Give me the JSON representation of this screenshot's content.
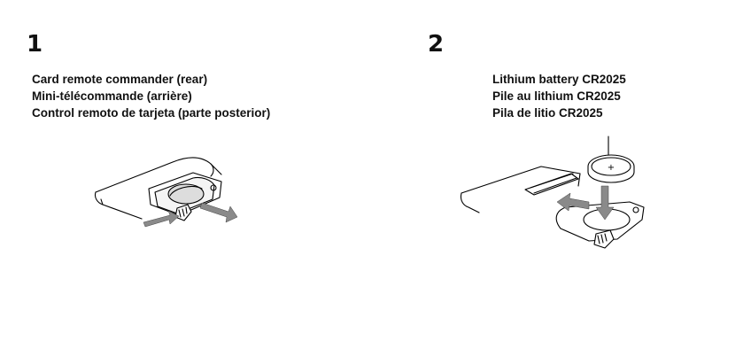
{
  "steps": [
    {
      "number": "1",
      "captions": [
        "Card remote commander (rear)",
        "Mini-télécommande (arrière)",
        "Control remoto de tarjeta (parte posterior)"
      ],
      "illustration": "remove-battery-tray-illustration"
    },
    {
      "number": "2",
      "captions": [
        "Lithium battery CR2025",
        "Pile au lithium CR2025",
        "Pila de litio CR2025"
      ],
      "battery_mark": "+",
      "illustration": "insert-battery-illustration"
    }
  ]
}
